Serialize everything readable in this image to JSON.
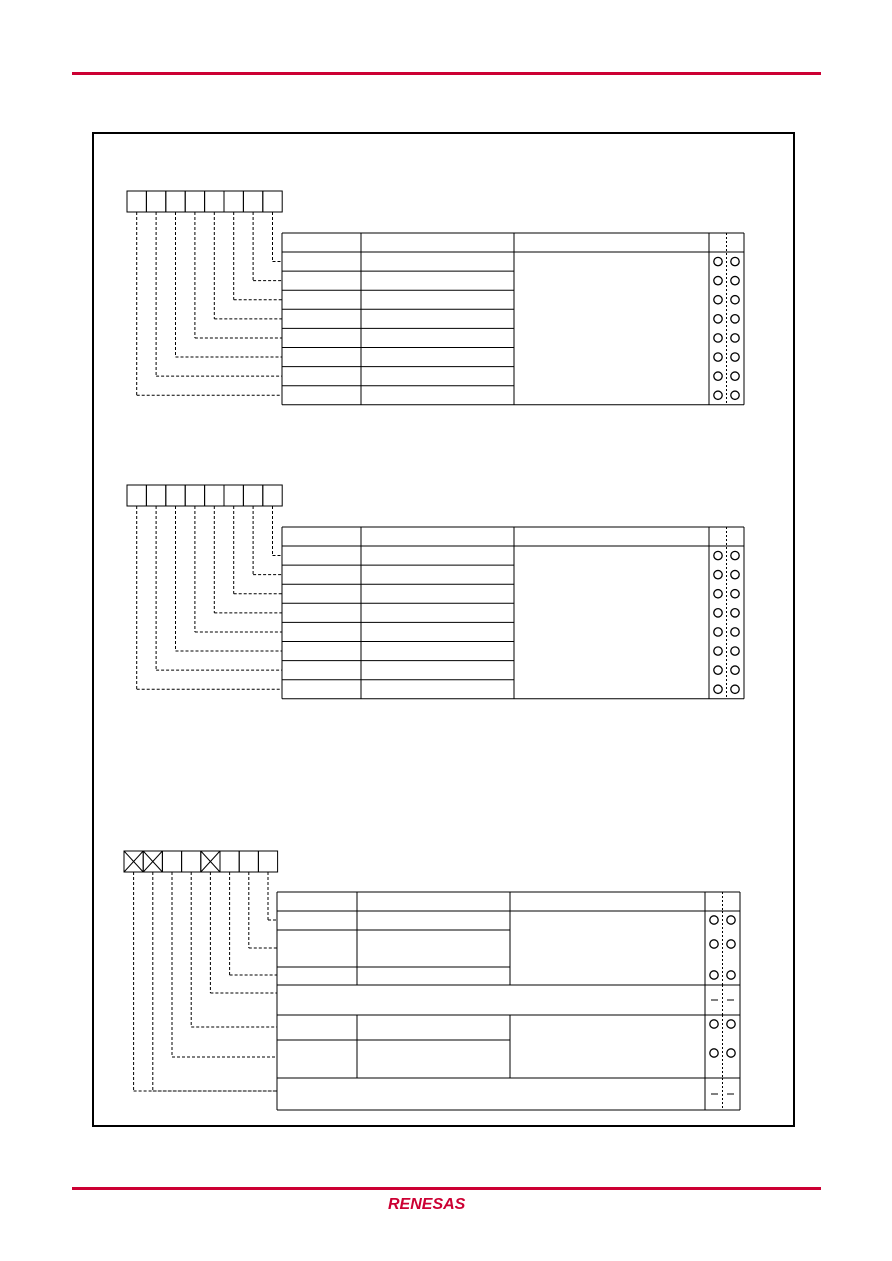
{
  "colors": {
    "accent_rule": "#cc0033",
    "logo": "#cc0033",
    "line": "#000000"
  },
  "logo": {
    "text": "RENESAS"
  },
  "registers": [
    {
      "bit_count": 8,
      "crossed_bits": [],
      "rows": 8
    },
    {
      "bit_count": 8,
      "crossed_bits": [],
      "rows": 8
    },
    {
      "bit_count": 8,
      "crossed_bits": [
        0,
        1,
        4
      ],
      "rows_detail": [
        "single",
        "double",
        "single",
        "reserved",
        "double",
        "double",
        "reserved"
      ]
    }
  ],
  "icons": [
    "read-write-circle-icon",
    "dash-icon"
  ]
}
